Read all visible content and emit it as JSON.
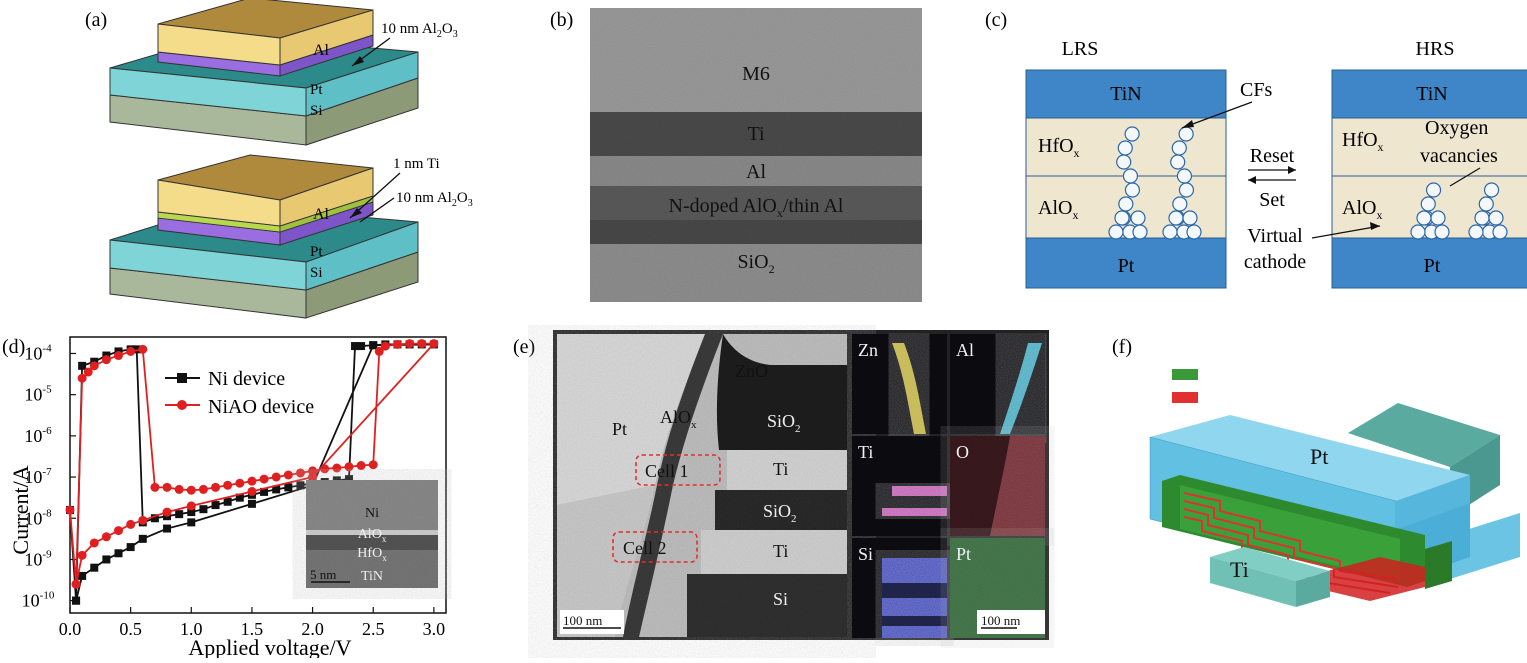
{
  "panels": {
    "a": {
      "tag": "(a)",
      "top": {
        "al": "Al",
        "pt": "Pt",
        "si": "Si",
        "callout": "10 nm Al",
        "sub": "2",
        "mid": "O",
        "sub2": "3"
      },
      "bottom": {
        "al": "Al",
        "pt": "Pt",
        "si": "Si",
        "ti_callout": "1 nm Ti",
        "callout": "10 nm Al",
        "sub": "2",
        "mid": "O",
        "sub2": "3"
      }
    },
    "b": {
      "tag": "(b)",
      "layers": [
        "M6",
        "Ti",
        "Al",
        "N-doped AlO",
        "SiO"
      ],
      "x_sub": "x",
      "thin_al": "/thin Al",
      "two_sub": "2"
    },
    "c": {
      "tag": "(c)",
      "lrs": "LRS",
      "hrs": "HRS",
      "tin": "TiN",
      "hfo": "HfO",
      "alo": "AlO",
      "x_sub": "x",
      "pt": "Pt",
      "cfs": "CFs",
      "reset": "Reset",
      "set": "Set",
      "oxygen": "Oxygen",
      "vacancies": "vacancies",
      "virtual": "Virtual",
      "cathode": "cathode"
    },
    "d": {
      "tag": "(d)",
      "inset": {
        "ni": "Ni",
        "alo": "AlO",
        "hfo": "HfO",
        "x_sub": "x",
        "tin": "TiN",
        "scale": "5 nm"
      }
    },
    "e": {
      "tag": "(e)",
      "labels": {
        "zno": "ZnO",
        "pt": "Pt",
        "alo": "AlO",
        "x_sub": "x",
        "sio2a": "SiO",
        "two": "2",
        "ti1": "Ti",
        "sio2b": "SiO",
        "ti2": "Ti",
        "si": "Si",
        "cell1": "Cell 1",
        "cell2": "Cell 2",
        "scale": "100 nm"
      },
      "maps": [
        "Zn",
        "Al",
        "Ti",
        "O",
        "Si",
        "Pt"
      ],
      "map_scale": "100 nm",
      "map_colors": [
        "#d8c81a",
        "#2cc0d8",
        "#d860c8",
        "#d81e3c",
        "#2840d0",
        "#40c050"
      ]
    },
    "f": {
      "tag": "(f)",
      "pt": "Pt",
      "ti": "Ti",
      "legend_colors": [
        "#3a9a3a",
        "#e03030"
      ]
    }
  },
  "chart_data": {
    "type": "line",
    "xlabel": "Applied voltage/V",
    "ylabel": "Current/A",
    "xlim": [
      0,
      3.1
    ],
    "ylim": [
      -10.3,
      -3.6
    ],
    "x_ticks": [
      "0.0",
      "0.5",
      "1.0",
      "1.5",
      "2.0",
      "2.5",
      "3.0"
    ],
    "x_tick_values": [
      0,
      0.5,
      1.0,
      1.5,
      2.0,
      2.5,
      3.0
    ],
    "y_ticks": [
      "10",
      "10",
      "10",
      "10",
      "10",
      "10",
      "10"
    ],
    "y_tick_exponents": [
      "-4",
      "-5",
      "-6",
      "-7",
      "-8",
      "-9",
      "-10"
    ],
    "y_tick_values": [
      -4,
      -5,
      -6,
      -7,
      -8,
      -9,
      -10
    ],
    "log_scale": true,
    "legend": "top-left",
    "series": [
      {
        "name": "Ni device",
        "color": "#111111",
        "marker": "square",
        "points": [
          [
            0.0,
            -7.8
          ],
          [
            0.05,
            -10.0
          ],
          [
            0.1,
            -4.3
          ],
          [
            0.2,
            -4.2
          ],
          [
            0.3,
            -4.05
          ],
          [
            0.4,
            -3.95
          ],
          [
            0.5,
            -3.9
          ],
          [
            0.55,
            -3.9
          ],
          [
            0.6,
            -8.1
          ],
          [
            0.7,
            -8.0
          ],
          [
            0.8,
            -7.95
          ],
          [
            0.9,
            -7.9
          ],
          [
            1.0,
            -7.85
          ],
          [
            1.1,
            -7.78
          ],
          [
            1.2,
            -7.68
          ],
          [
            1.3,
            -7.6
          ],
          [
            1.4,
            -7.5
          ],
          [
            1.5,
            -7.43
          ],
          [
            1.6,
            -7.36
          ],
          [
            1.7,
            -7.3
          ],
          [
            1.8,
            -7.25
          ],
          [
            1.9,
            -7.2
          ],
          [
            2.0,
            -7.15
          ],
          [
            2.1,
            -7.12
          ],
          [
            2.2,
            -7.08
          ],
          [
            2.3,
            -7.05
          ],
          [
            2.35,
            -3.82
          ],
          [
            2.4,
            -3.82
          ],
          [
            2.5,
            -3.8
          ],
          [
            2.6,
            -3.78
          ],
          [
            2.7,
            -3.78
          ],
          [
            2.8,
            -3.78
          ],
          [
            2.9,
            -3.78
          ],
          [
            3.0,
            -3.78
          ],
          [
            2.5,
            -3.8
          ],
          [
            2.0,
            -7.2
          ],
          [
            1.5,
            -7.65
          ],
          [
            1.0,
            -8.1
          ],
          [
            0.8,
            -8.25
          ],
          [
            0.6,
            -8.5
          ],
          [
            0.5,
            -8.7
          ],
          [
            0.4,
            -8.85
          ],
          [
            0.3,
            -9.0
          ],
          [
            0.2,
            -9.2
          ],
          [
            0.1,
            -9.4
          ],
          [
            0.05,
            -10.0
          ]
        ]
      },
      {
        "name": "NiAO device",
        "color": "#e02020",
        "marker": "circle",
        "points": [
          [
            0.0,
            -7.8
          ],
          [
            0.05,
            -9.6
          ],
          [
            0.1,
            -4.6
          ],
          [
            0.15,
            -4.45
          ],
          [
            0.2,
            -4.3
          ],
          [
            0.3,
            -4.15
          ],
          [
            0.4,
            -4.05
          ],
          [
            0.5,
            -3.95
          ],
          [
            0.6,
            -3.9
          ],
          [
            0.7,
            -7.25
          ],
          [
            0.8,
            -7.25
          ],
          [
            0.9,
            -7.3
          ],
          [
            1.0,
            -7.32
          ],
          [
            1.1,
            -7.3
          ],
          [
            1.2,
            -7.25
          ],
          [
            1.3,
            -7.2
          ],
          [
            1.4,
            -7.15
          ],
          [
            1.5,
            -7.1
          ],
          [
            1.6,
            -7.05
          ],
          [
            1.7,
            -7.0
          ],
          [
            1.8,
            -6.95
          ],
          [
            1.9,
            -6.9
          ],
          [
            2.0,
            -6.85
          ],
          [
            2.1,
            -6.8
          ],
          [
            2.2,
            -6.78
          ],
          [
            2.3,
            -6.75
          ],
          [
            2.4,
            -6.72
          ],
          [
            2.5,
            -6.7
          ],
          [
            2.55,
            -3.95
          ],
          [
            2.6,
            -3.82
          ],
          [
            2.7,
            -3.78
          ],
          [
            2.8,
            -3.76
          ],
          [
            2.9,
            -3.76
          ],
          [
            3.0,
            -3.76
          ],
          [
            2.0,
            -7.0
          ],
          [
            1.5,
            -7.35
          ],
          [
            1.0,
            -7.7
          ],
          [
            0.8,
            -7.85
          ],
          [
            0.6,
            -8.05
          ],
          [
            0.5,
            -8.15
          ],
          [
            0.4,
            -8.3
          ],
          [
            0.3,
            -8.45
          ],
          [
            0.2,
            -8.6
          ],
          [
            0.1,
            -8.9
          ],
          [
            0.05,
            -9.6
          ]
        ]
      }
    ]
  }
}
